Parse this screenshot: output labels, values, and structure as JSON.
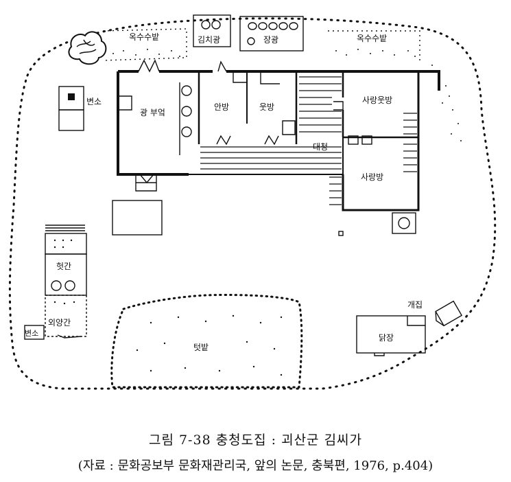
{
  "plan": {
    "labels": {
      "oksu_left": "옥수수밭",
      "kimchi": "김치광",
      "janggwang": "장광",
      "oksu_right": "옥수수밭",
      "byeonso_top": "변소",
      "gwang_bueok": "광 부엌",
      "anbang": "안방",
      "utbang": "웃방",
      "daecheong": "대청",
      "sarang_utbang": "사랑웃방",
      "sarangbang": "사랑방",
      "heotgan": "헛간",
      "oeyanggan": "외양간",
      "byeonso_bottom": "변소",
      "teotbat": "텃밭",
      "gaejip": "개집",
      "dakjang": "닭장"
    }
  },
  "caption": {
    "title": "그림 7-38   충청도집 : 괴산군 김씨가",
    "source": "(자료 : 문화공보부 문화재관리국,  앞의 논문,  충북편,   1976, p.404)"
  }
}
